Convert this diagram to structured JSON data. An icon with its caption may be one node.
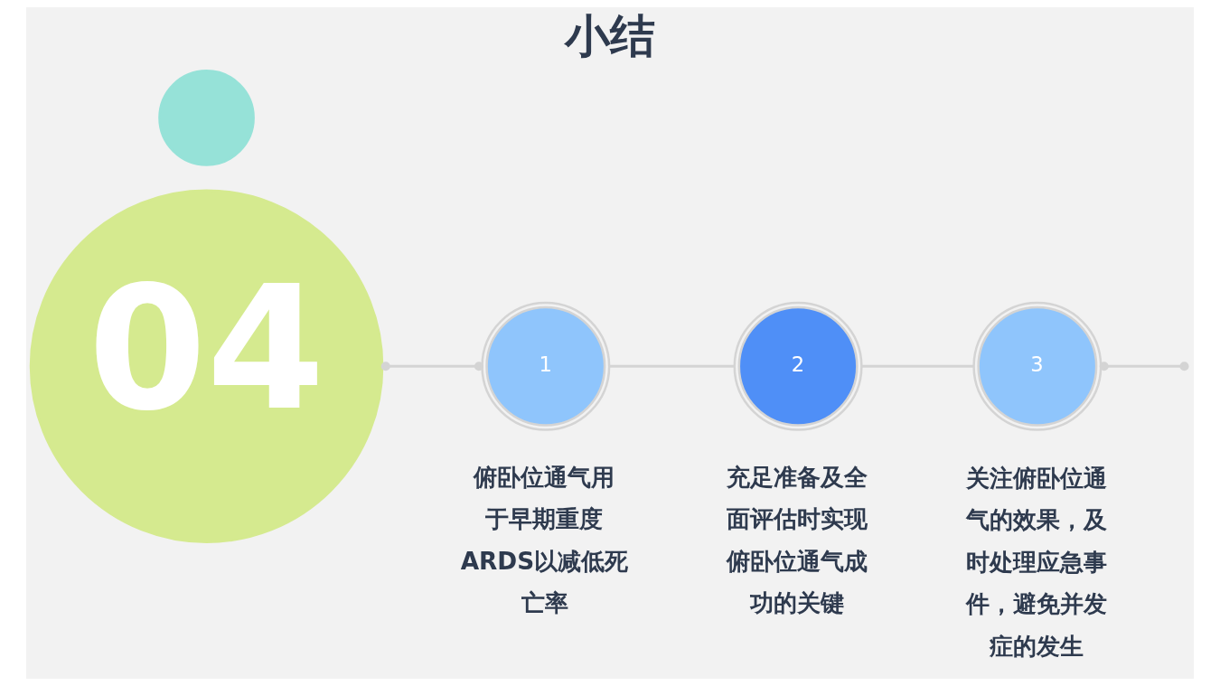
{
  "diagram": {
    "title": "小结",
    "nodes": [
      {
        "text": [
          "04"
        ]
      },
      {
        "text": [],
        "shape": "circle"
      },
      {
        "text": [
          "1"
        ],
        "beside": [
          "俯卧位通气用于早期重度ARDS以减低死亡率"
        ]
      },
      {
        "text": [
          "2"
        ],
        "beside": [
          "充足准备及全面评估时实现俯卧位通气成功的关键"
        ]
      },
      {
        "text": [
          "3"
        ],
        "beside": [
          "关注俯卧位通气的效果，及时处理应急事件，避免并发症的发生"
        ]
      }
    ],
    "edges": [
      {
        "from": 0,
        "to": 2,
        "arrow": "other"
      },
      {
        "from": 2,
        "to": 3,
        "arrow": "none"
      },
      {
        "from": 3,
        "to": 4,
        "arrow": "none"
      },
      {
        "from": 4,
        "to": null,
        "arrow": "other"
      }
    ]
  }
}
